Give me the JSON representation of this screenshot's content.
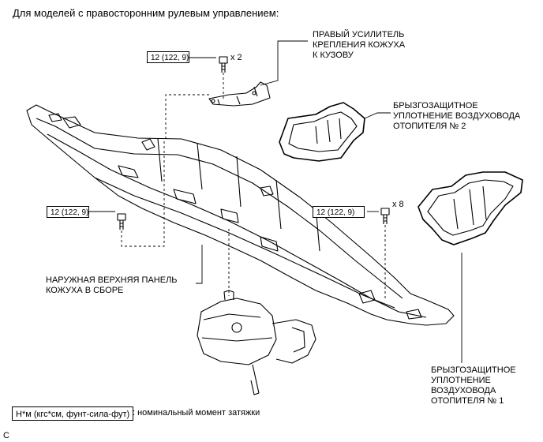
{
  "heading": "Для моделей с правосторонним рулевым управлением:",
  "callouts": {
    "right_reinforcement": [
      "ПРАВЫЙ УСИЛИТЕЛЬ",
      "КРЕПЛЕНИЯ КОЖУХА",
      "К КУЗОВУ"
    ],
    "seal_no2": [
      "БРЫЗГОЗАЩИТНОЕ",
      "УПЛОТНЕНИЕ ВОЗДУХОВОДА",
      "ОТОПИТЕЛЯ № 2"
    ],
    "outer_panel": [
      "НАРУЖНАЯ ВЕРХНЯЯ ПАНЕЛЬ",
      "КОЖУХА В СБОРЕ"
    ],
    "seal_no1": [
      "БРЫЗГОЗАЩИТНОЕ",
      "УПЛОТНЕНИЕ",
      "ВОЗДУХОВОДА",
      "ОТОПИТЕЛЯ № 1"
    ]
  },
  "torque": {
    "top": "12 (122, 9)",
    "left": "12 (122, 9)",
    "right": "12 (122, 9)"
  },
  "quantities": {
    "top": "x 2",
    "right": "x 8"
  },
  "legend": {
    "box": "Н*м (кгс*см, фунт-сила-фут)",
    "text": ": номинальный момент затяжки"
  },
  "corner_mark": "C"
}
